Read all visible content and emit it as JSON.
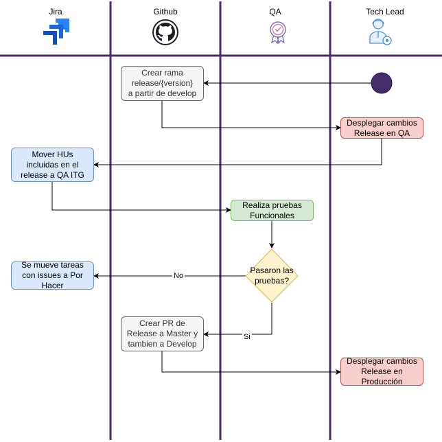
{
  "lanes": [
    {
      "title": "Jira",
      "icon": "jira-icon"
    },
    {
      "title": "Github",
      "icon": "github-icon"
    },
    {
      "title": "QA",
      "icon": "qa-badge-icon"
    },
    {
      "title": "Tech Lead",
      "icon": "tech-lead-user-icon"
    }
  ],
  "nodes": {
    "create_release": "Crear rama\nrelease/{version}\na partir de develop",
    "deploy_qa": "Desplegar cambios\nRelease en QA",
    "move_hus": "Mover HUs\nincluidas en el\nrelease a QA ITG",
    "functional_tests": "Realiza pruebas\nFuncionales",
    "decision": "Pasaron las\npruebas?",
    "move_tasks": "Se mueve tareas\ncon issues a Por\nHacer",
    "create_pr": "Crear PR de\nRelease a Master y\ntambien a Develop",
    "deploy_prod": "Desplegar cambios\nRelease en\nProducción"
  },
  "edge_labels": {
    "no": "No",
    "yes": "Si"
  },
  "colors": {
    "lane_line": "#432d6b",
    "start_node": "#432d6b",
    "grey_fill": "#f5f5f5",
    "red_fill": "#f8cecc",
    "blue_fill": "#dae8fc",
    "green_fill": "#d5e8d4",
    "decision_fill": "#fff2cc",
    "jira_blue": "#2684ff",
    "github_dark": "#1b1f23",
    "qa_purple": "#6a5acd",
    "tech_blue": "#4a90e2"
  }
}
